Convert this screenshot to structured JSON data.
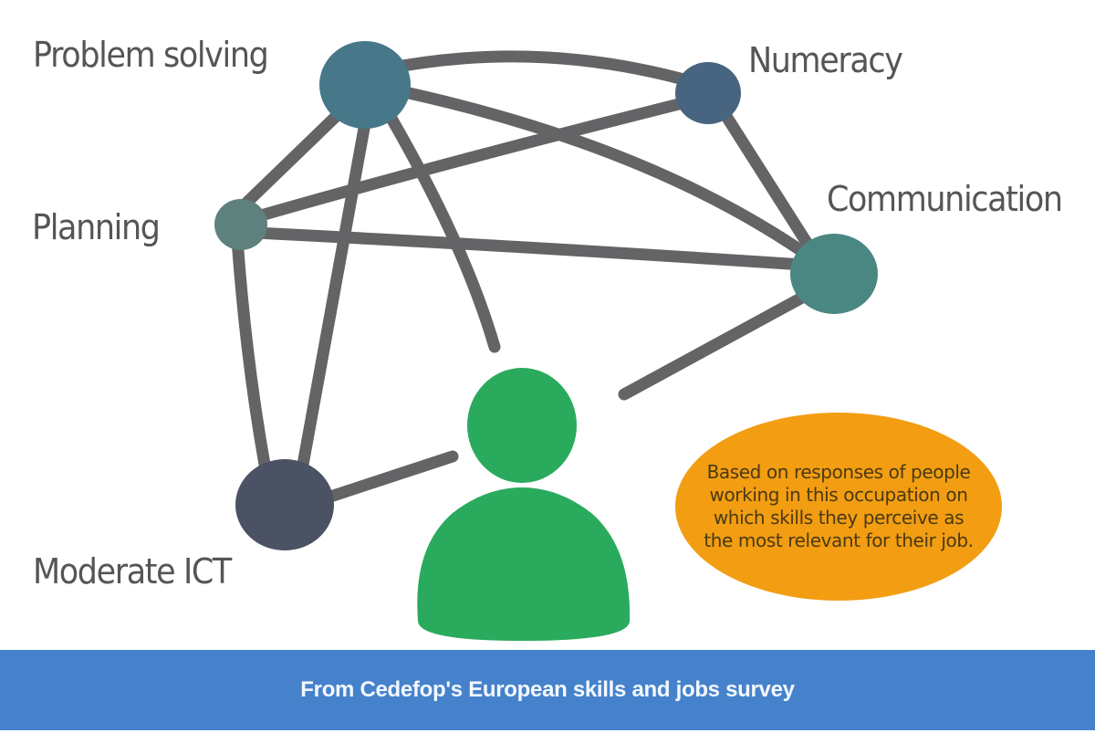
{
  "diagram": {
    "nodes": [
      {
        "id": "problem",
        "label": "Problem solving",
        "color": "#47788a"
      },
      {
        "id": "numeracy",
        "label": "Numeracy",
        "color": "#476580"
      },
      {
        "id": "planning",
        "label": "Planning",
        "color": "#5e817e"
      },
      {
        "id": "communication",
        "label": "Communication",
        "color": "#4a8782"
      },
      {
        "id": "ict",
        "label": "Moderate ICT",
        "color": "#4b5264"
      }
    ],
    "edges": [
      [
        "problem",
        "numeracy"
      ],
      [
        "problem",
        "communication"
      ],
      [
        "problem",
        "planning"
      ],
      [
        "problem",
        "ict"
      ],
      [
        "problem",
        "person"
      ],
      [
        "numeracy",
        "planning"
      ],
      [
        "numeracy",
        "communication"
      ],
      [
        "planning",
        "communication"
      ],
      [
        "planning",
        "ict"
      ],
      [
        "communication",
        "person"
      ],
      [
        "ict",
        "person"
      ]
    ],
    "edge_color": "#646466",
    "person_color": "#2aaa5c"
  },
  "note": {
    "text": "Based on responses of people working in this occupation on which skills they perceive as the most relevant for their job.",
    "color": "#f29d12"
  },
  "footer": {
    "text": "From Cedefop's European skills and jobs survey",
    "color": "#4682cc"
  }
}
